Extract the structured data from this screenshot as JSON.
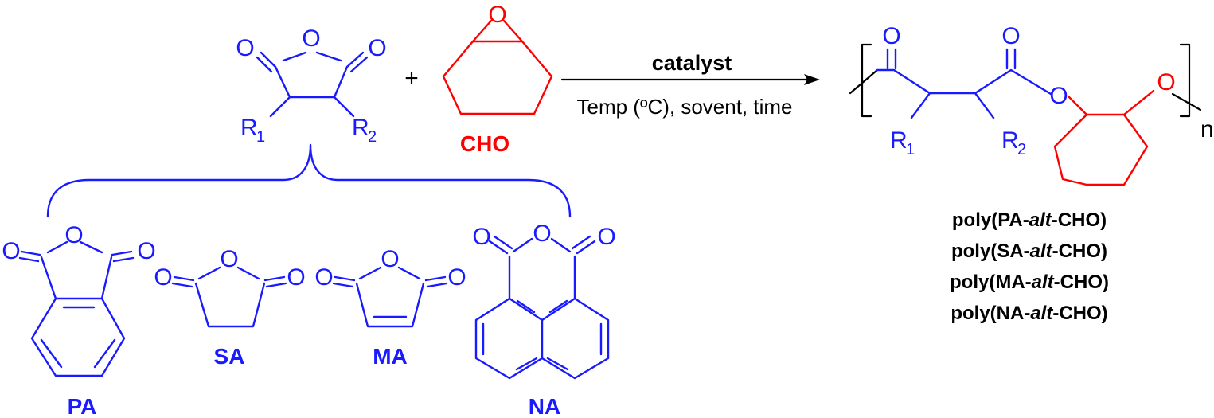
{
  "atoms": {
    "oxygen": "O",
    "r1": "R",
    "r1_sub": "1",
    "r2": "R",
    "r2_sub": "2"
  },
  "reagents": {
    "plus": "+",
    "epoxide": "CHO"
  },
  "anhydrides": [
    "PA",
    "SA",
    "MA",
    "NA"
  ],
  "arrow": {
    "above": "catalyst",
    "below": "Temp (ºC), sovent, time"
  },
  "polymer": {
    "repeat_subscript": "n"
  },
  "products": [
    {
      "prefix": "poly(PA-",
      "alt": "alt",
      "suffix": "-CHO)"
    },
    {
      "prefix": "poly(SA-",
      "alt": "alt",
      "suffix": "-CHO)"
    },
    {
      "prefix": "poly(MA-",
      "alt": "alt",
      "suffix": "-CHO)"
    },
    {
      "prefix": "poly(NA-",
      "alt": "alt",
      "suffix": "-CHO)"
    }
  ],
  "colors": {
    "anhydride": "#1a1aff",
    "epoxide": "#ff0000",
    "arrow": "#000000"
  }
}
